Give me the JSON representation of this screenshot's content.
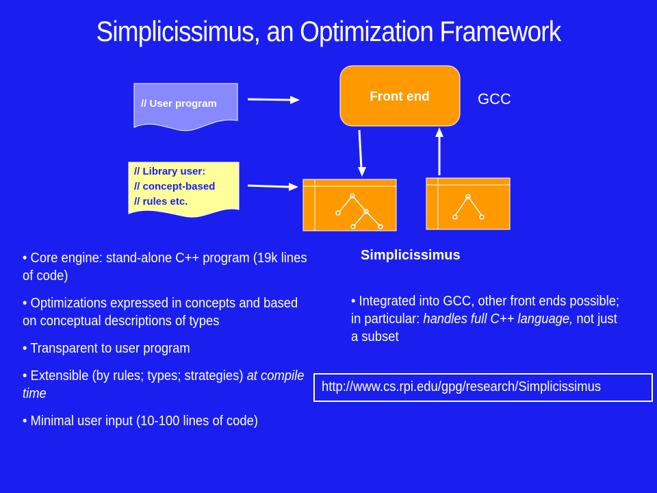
{
  "slide": {
    "title": "Simplicissimus, an Optimization Framework",
    "diagram": {
      "user_program_doc": "// User program",
      "library_user_doc": [
        "// Library user:",
        "// concept-based",
        "//  rules etc."
      ],
      "front_end_box": "Front end",
      "gcc_label": "GCC",
      "simplicissimus_label": "Simplicissimus"
    },
    "left_bullets": [
      {
        "text": "• Core engine: stand-alone C++  program (19k lines of code)"
      },
      {
        "text": "• Optimizations expressed in concepts and based on conceptual descriptions of types"
      },
      {
        "text": "• Transparent to user program"
      },
      {
        "text_plain": "• Extensible (by rules; types; strategies) ",
        "text_italic": "at compile time"
      },
      {
        "text": "• Minimal user input (10-100 lines of code)"
      }
    ],
    "right_bullet": {
      "part1": "• Integrated into GCC, other front ends possible; in particular: ",
      "italic": "handles full C++ language,",
      "part2": " not just a subset"
    },
    "url": "http://www.cs.rpi.edu/gpg/research/Simplicissimus",
    "colors": {
      "background": "#1a1ff0",
      "orange": "#ff9900",
      "doc_blue": "#8888ff",
      "doc_yellow": "#ffff99",
      "text": "#ffffff"
    }
  }
}
